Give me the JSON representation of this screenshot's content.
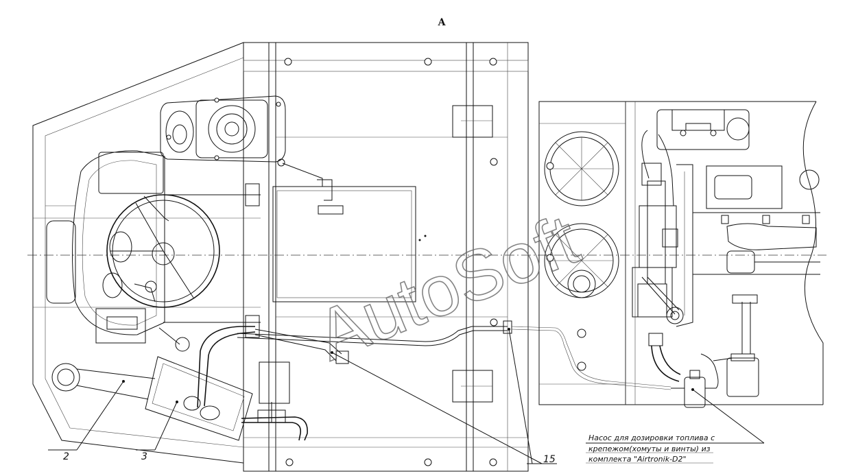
{
  "view_label": "A",
  "watermark": "AutoSoft",
  "callouts": {
    "c2": "2",
    "c3": "3",
    "c15": "15"
  },
  "note": {
    "line1": "Насос для дозировки топлива с",
    "line2": "крепежом(хомуты и винты) из",
    "line3": "комплекта \"Airtronik-D2\""
  }
}
